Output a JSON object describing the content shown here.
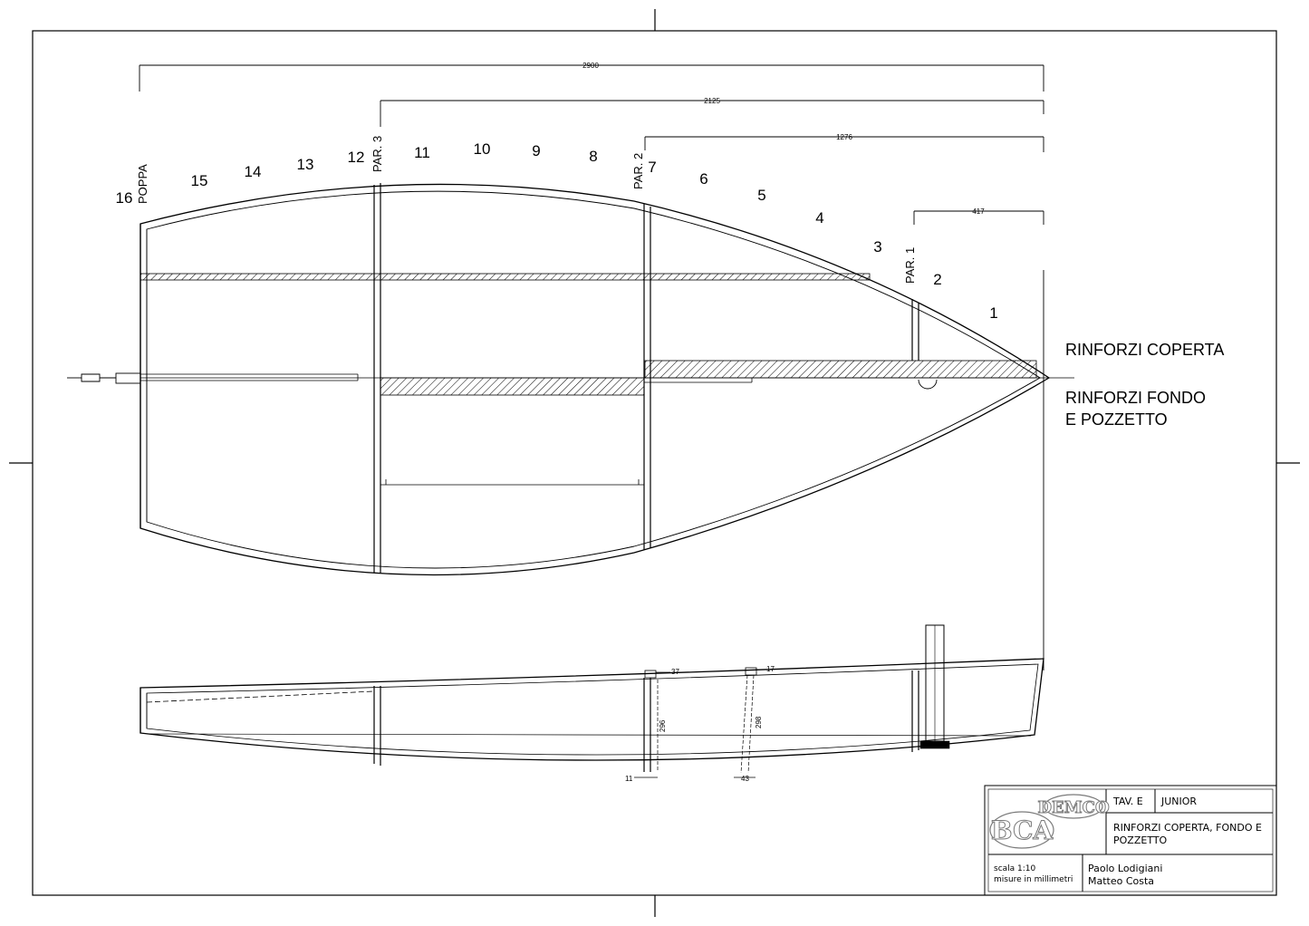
{
  "dimensions": {
    "d1": "2900",
    "d2": "2125",
    "d3": "1276",
    "d4": "417",
    "side_top_a": "37",
    "side_top_b": "17",
    "side_h_a": "296",
    "side_h_b": "298",
    "side_bot_a": "11",
    "side_bot_b": "43"
  },
  "stations": [
    "16",
    "15",
    "14",
    "13",
    "12",
    "11",
    "10",
    "9",
    "8",
    "7",
    "6",
    "5",
    "4",
    "3",
    "2",
    "1"
  ],
  "labels": {
    "poppa": "POPPA",
    "par1": "PAR. 1",
    "par2": "PAR. 2",
    "par3": "PAR. 3",
    "deck": "RINFORZI COPERTA",
    "bottom_line1": "RINFORZI FONDO",
    "bottom_line2": "E POZZETTO"
  },
  "title_block": {
    "sheet": "TAV. E",
    "class": "JUNIOR",
    "title_line1": "RINFORZI COPERTA, FONDO E",
    "title_line2": "POZZETTO",
    "scale": "scala 1:10",
    "units": "misure in millimetri",
    "author1": "Paolo Lodigiani",
    "author2": "Matteo Costa",
    "logo_top": "DEMCO",
    "logo_bottom": "BCA"
  }
}
